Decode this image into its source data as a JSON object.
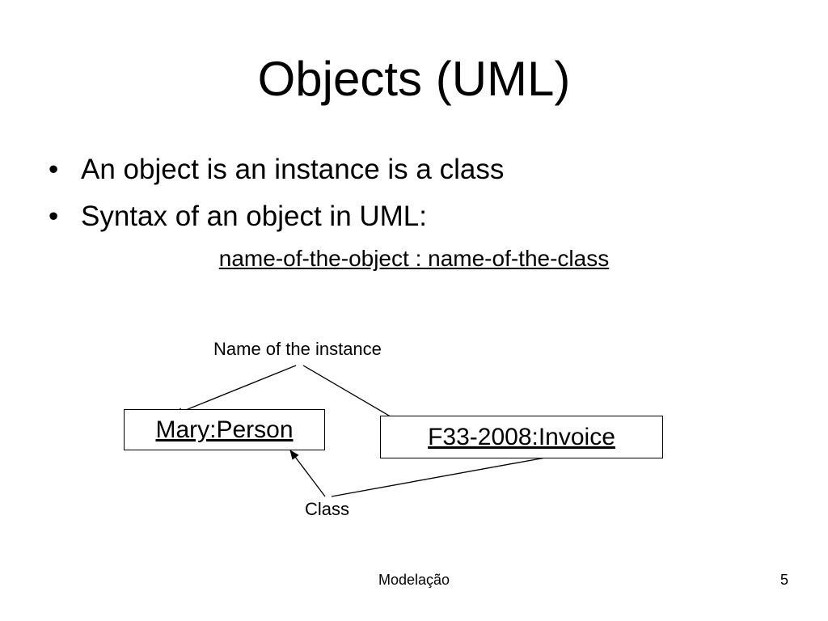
{
  "slide": {
    "title": "Objects (UML)",
    "bullets": [
      {
        "marker": "•",
        "text": "An object is an instance is a class"
      },
      {
        "marker": "•",
        "text": "Syntax of an object in UML:"
      }
    ],
    "syntax": "name-of-the-object : name-of-the-class"
  },
  "diagram": {
    "instance_label": "Name of the instance",
    "class_label": "Class",
    "objects": [
      {
        "text": "Mary:Person"
      },
      {
        "text": "F33-2008:Invoice"
      }
    ]
  },
  "footer": {
    "center": "Modelação",
    "page_number": "5"
  }
}
